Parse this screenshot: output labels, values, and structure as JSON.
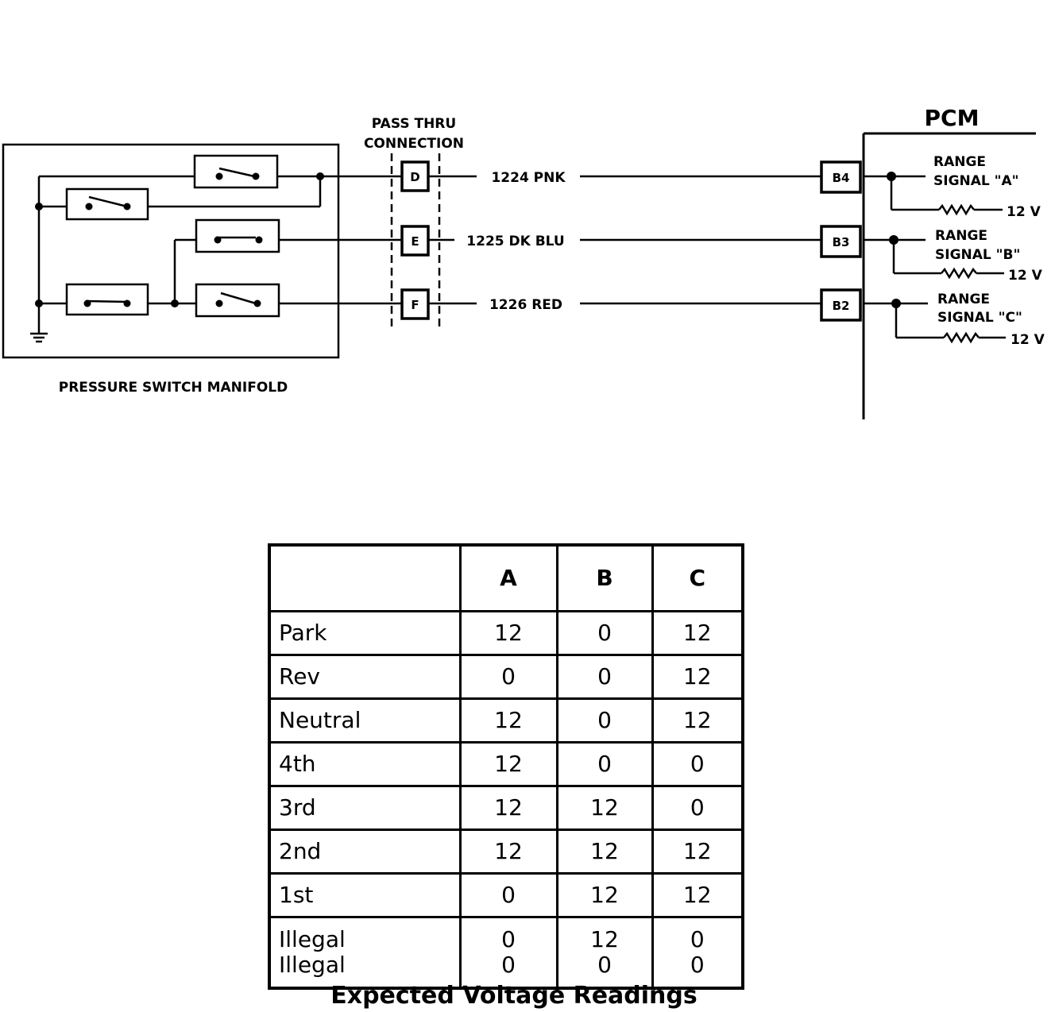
{
  "diagram": {
    "pcm_label": "PCM",
    "pass_thru_line1": "PASS THRU",
    "pass_thru_line2": "CONNECTION",
    "manifold_label": "PRESSURE SWITCH MANIFOLD",
    "circuits": [
      {
        "connector": "D",
        "wire": "1224 PNK",
        "pin": "B4",
        "signal_line1": "RANGE",
        "signal_line2": "SIGNAL \"A\"",
        "voltage": "12 V"
      },
      {
        "connector": "E",
        "wire": "1225 DK BLU",
        "pin": "B3",
        "signal_line1": "RANGE",
        "signal_line2": "SIGNAL \"B\"",
        "voltage": "12 V"
      },
      {
        "connector": "F",
        "wire": "1226 RED",
        "pin": "B2",
        "signal_line1": "RANGE",
        "signal_line2": "SIGNAL \"C\"",
        "voltage": "12 V"
      }
    ]
  },
  "table": {
    "headers": [
      "",
      "A",
      "B",
      "C"
    ],
    "rows": [
      {
        "label": "Park",
        "a": "12",
        "b": "0",
        "c": "12"
      },
      {
        "label": "Rev",
        "a": "0",
        "b": "0",
        "c": "12"
      },
      {
        "label": "Neutral",
        "a": "12",
        "b": "0",
        "c": "12"
      },
      {
        "label": "4th",
        "a": "12",
        "b": "0",
        "c": "0"
      },
      {
        "label": "3rd",
        "a": "12",
        "b": "12",
        "c": "0"
      },
      {
        "label": "2nd",
        "a": "12",
        "b": "12",
        "c": "12"
      },
      {
        "label": "1st",
        "a": "0",
        "b": "12",
        "c": "12"
      }
    ],
    "illegal_rows": [
      {
        "label": "Illegal",
        "a": "0",
        "b": "12",
        "c": "0"
      },
      {
        "label": "Illegal",
        "a": "0",
        "b": "0",
        "c": "0"
      }
    ],
    "caption": "Expected Voltage Readings"
  }
}
